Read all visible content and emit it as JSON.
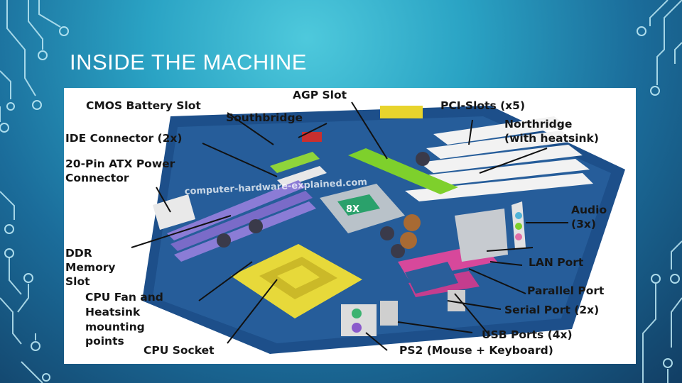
{
  "slide": {
    "title": "INSIDE THE MACHINE"
  },
  "photo": {
    "watermark": "computer-hardware-explained.com",
    "chip_marking": "8X",
    "labels": {
      "cmos": "CMOS Battery Slot",
      "agp": "AGP Slot",
      "pci": "PCI-Slots (x5)",
      "southbridge": "Southbridge",
      "ide": "IDE Connector (2x)",
      "northbridge_1": "Northridge",
      "northbridge_2": "(with heatsink)",
      "atx_1": "20-Pin ATX Power",
      "atx_2": "Connector",
      "audio_1": "Audio",
      "audio_2": "(3x)",
      "ddr_1": "DDR",
      "ddr_2": "Memory",
      "ddr_3": "Slot",
      "lan": "LAN Port",
      "cpu_fan_1": "CPU Fan and",
      "cpu_fan_2": "Heatsink",
      "cpu_fan_3": "mounting",
      "cpu_fan_4": "points",
      "parallel": "Parallel Port",
      "serial": "Serial Port (2x)",
      "usb": "USB Ports (4x)",
      "cpu_socket": "CPU Socket",
      "ps2": "PS2 (Mouse  + Keyboard)"
    }
  }
}
